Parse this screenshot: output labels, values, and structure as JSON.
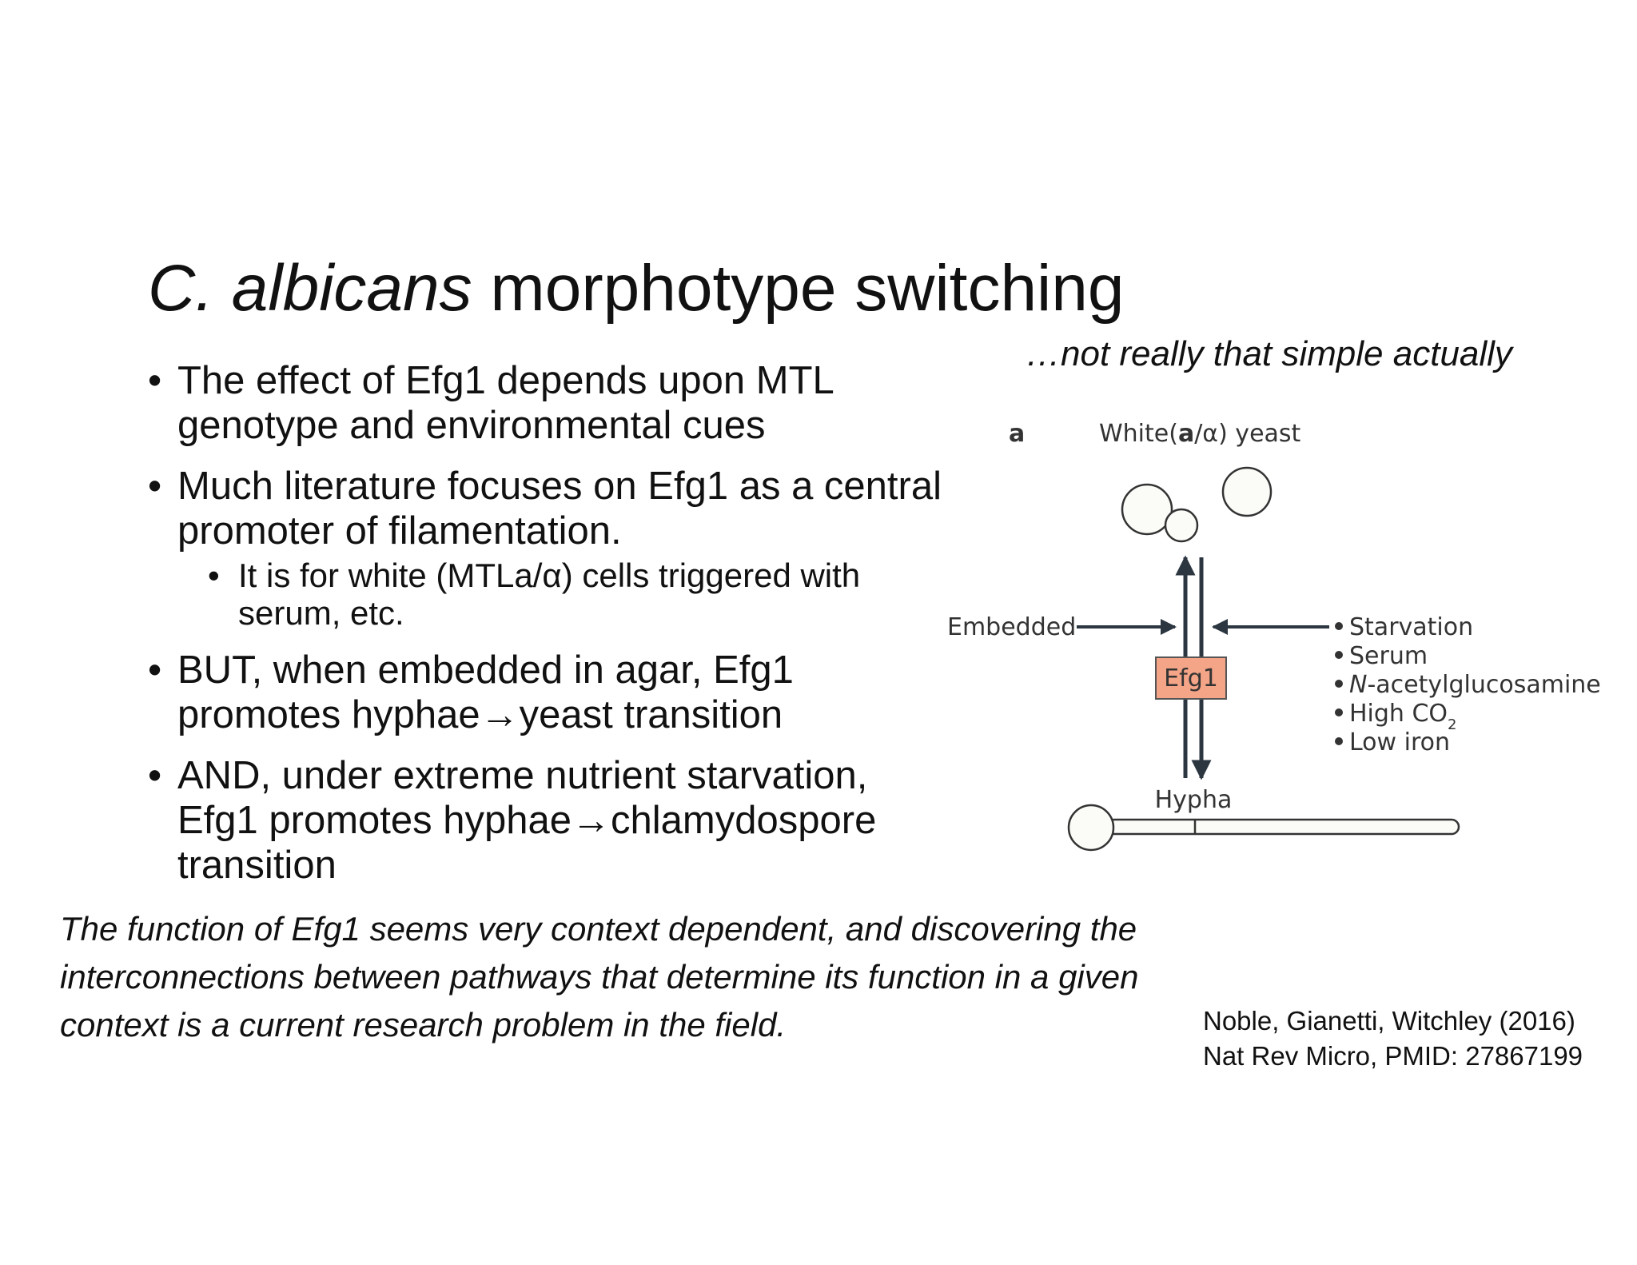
{
  "slide": {
    "title_italic": "C. albicans",
    "title_rest": " morphotype switching",
    "subtitle": "…not really that simple actually",
    "bullets": [
      "The effect of Efg1 depends upon MTL genotype and environmental cues",
      "Much literature focuses on Efg1 as a central promoter of filamentation.",
      "BUT, when embedded in agar, Efg1 promotes hyphae→yeast transition",
      "AND, under extreme nutrient starvation, Efg1 promotes hyphae→chlamydospore transition"
    ],
    "sub_bullet": "It is for white (MTLa/α) cells triggered with serum, etc.",
    "conclusion": "The function of Efg1 seems very context dependent, and discovering the interconnections between pathways that determine its function in a given context is a current research problem in the field.",
    "citation_line1": "Noble, Gianetti, Witchley (2016)",
    "citation_line2": "Nat Rev Micro, PMID: 27867199"
  },
  "diagram": {
    "panel_label": "a",
    "top_label_pre": "White(",
    "top_label_bold": "a",
    "top_label_post": "/α) yeast",
    "left_label": "Embedded",
    "center_label": "Efg1",
    "bottom_label": "Hypha",
    "cues": [
      "Starvation",
      "Serum",
      "N-acetylglucosamine",
      "High CO₂",
      "Low iron"
    ],
    "cue_italic_prefix": "N",
    "cue_italic_rest": "-acetylglucosamine",
    "cue_co2_main": "High CO",
    "cue_co2_sub": "2",
    "box_color": "#f4a487",
    "arrow_color": "#2b3640"
  }
}
